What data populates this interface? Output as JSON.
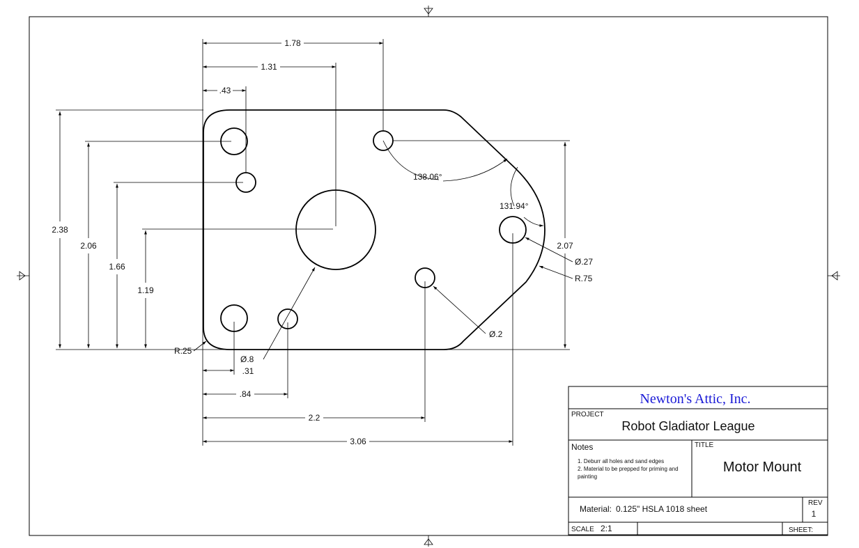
{
  "dimensions": {
    "top_1_78": "1.78",
    "top_1_31": "1.31",
    "top_43": ".43",
    "left_2_38": "2.38",
    "left_2_06": "2.06",
    "left_1_66": "1.66",
    "left_1_19": "1.19",
    "right_2_07": "2.07",
    "bottom_31": ".31",
    "bottom_84": ".84",
    "bottom_2_2": "2.2",
    "bottom_3_06": "3.06",
    "radius_25": "R.25",
    "radius_75": "R.75",
    "dia_8": "Ø.8",
    "dia_27": "Ø.27",
    "dia_2": "Ø.2",
    "angle_138": "138.06°",
    "angle_131": "131.94°"
  },
  "title_block": {
    "company": "Newton's Attic, Inc.",
    "project_label": "PROJECT",
    "project": "Robot Gladiator League",
    "notes_label": "Notes",
    "note_1": "1. Deburr all holes and sand edges",
    "note_2": "2. Material to be prepped for priming and",
    "note_2b": "painting",
    "title_label": "TITLE",
    "title": "Motor Mount",
    "material_label": "Material:",
    "material": "0.125\" HSLA 1018 sheet",
    "rev_label": "REV",
    "rev": "1",
    "scale_label": "SCALE",
    "scale": "2:1",
    "sheet_label": "SHEET:"
  },
  "colors": {
    "company": "#1a1ad6"
  }
}
